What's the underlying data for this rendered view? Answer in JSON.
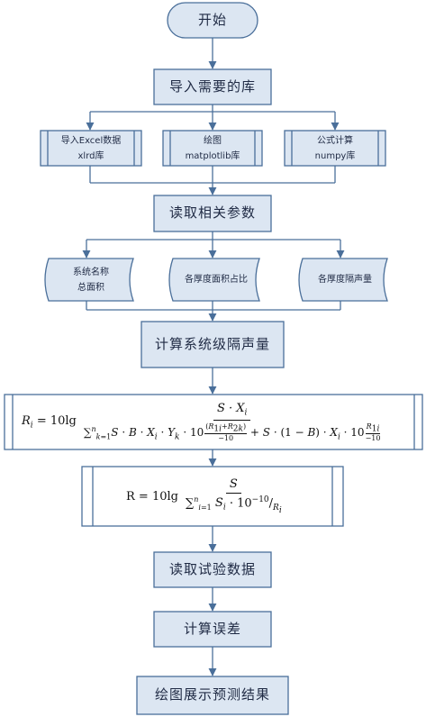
{
  "steps": {
    "start": "开始",
    "import": "导入需要的库",
    "read_params": "读取相关参数",
    "calc": "计算系统级隔声量",
    "read_test": "读取试验数据",
    "error": "计算误差",
    "plot": "绘图展示预测结果"
  },
  "libraries": [
    {
      "text": "导入Excel数据\nxlrd库"
    },
    {
      "text": "绘图\nmatplotlib库"
    },
    {
      "text": "公式计算\nnumpy库"
    }
  ],
  "params": [
    {
      "text": "系统名称\n总面积"
    },
    {
      "text": "各厚度面积占比"
    },
    {
      "text": "各厚度隔声量"
    }
  ],
  "formulas": {
    "f1_lhs": "R",
    "f1_lhs_sub": "i",
    "f1_eq": " = 10lg",
    "f1_num": "S · X",
    "f1_num_sub": "i",
    "f2_lhs": "R = 10lg",
    "f2_num": "S"
  },
  "colors": {
    "box_fill": "#dce6f2",
    "box_stroke": "#4a6f9a",
    "arrow": "#4a6f9a",
    "text": "#1f2a44"
  }
}
